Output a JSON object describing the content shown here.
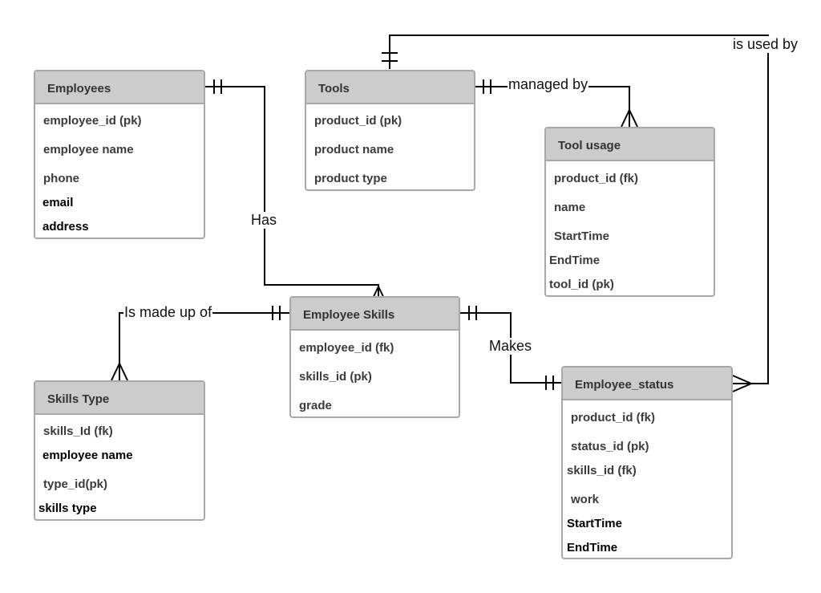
{
  "entities": {
    "employees": {
      "title": "Employees",
      "attributes": [
        "employee_id (pk)",
        "employee name",
        "phone",
        "email",
        "address"
      ]
    },
    "tools": {
      "title": "Tools",
      "attributes": [
        "product_id (pk)",
        "product name",
        "product type"
      ]
    },
    "tool_usage": {
      "title": "Tool usage",
      "attributes": [
        "product_id (fk)",
        "name",
        "StartTime",
        "EndTime",
        "tool_id (pk)"
      ]
    },
    "employee_skills": {
      "title": "Employee Skills",
      "attributes": [
        "employee_id (fk)",
        "skills_id (pk)",
        "grade"
      ]
    },
    "skills_type": {
      "title": "Skills Type",
      "attributes": [
        "skills_Id (fk)",
        "employee name",
        "type_id(pk)",
        "skills type"
      ]
    },
    "employee_status": {
      "title": "Employee_status",
      "attributes": [
        "product_id (fk)",
        "status_id (pk)",
        "skills_id (fk)",
        "work",
        "StartTime",
        "EndTime"
      ]
    }
  },
  "relationships": {
    "has": "Has",
    "managed_by": "managed by",
    "is_used_by": "is used by",
    "is_made_up_of": "Is made up of",
    "makes": "Makes"
  },
  "colors": {
    "header_fill": "#cccccc",
    "border": "#a8a8a8",
    "line": "#000000"
  }
}
